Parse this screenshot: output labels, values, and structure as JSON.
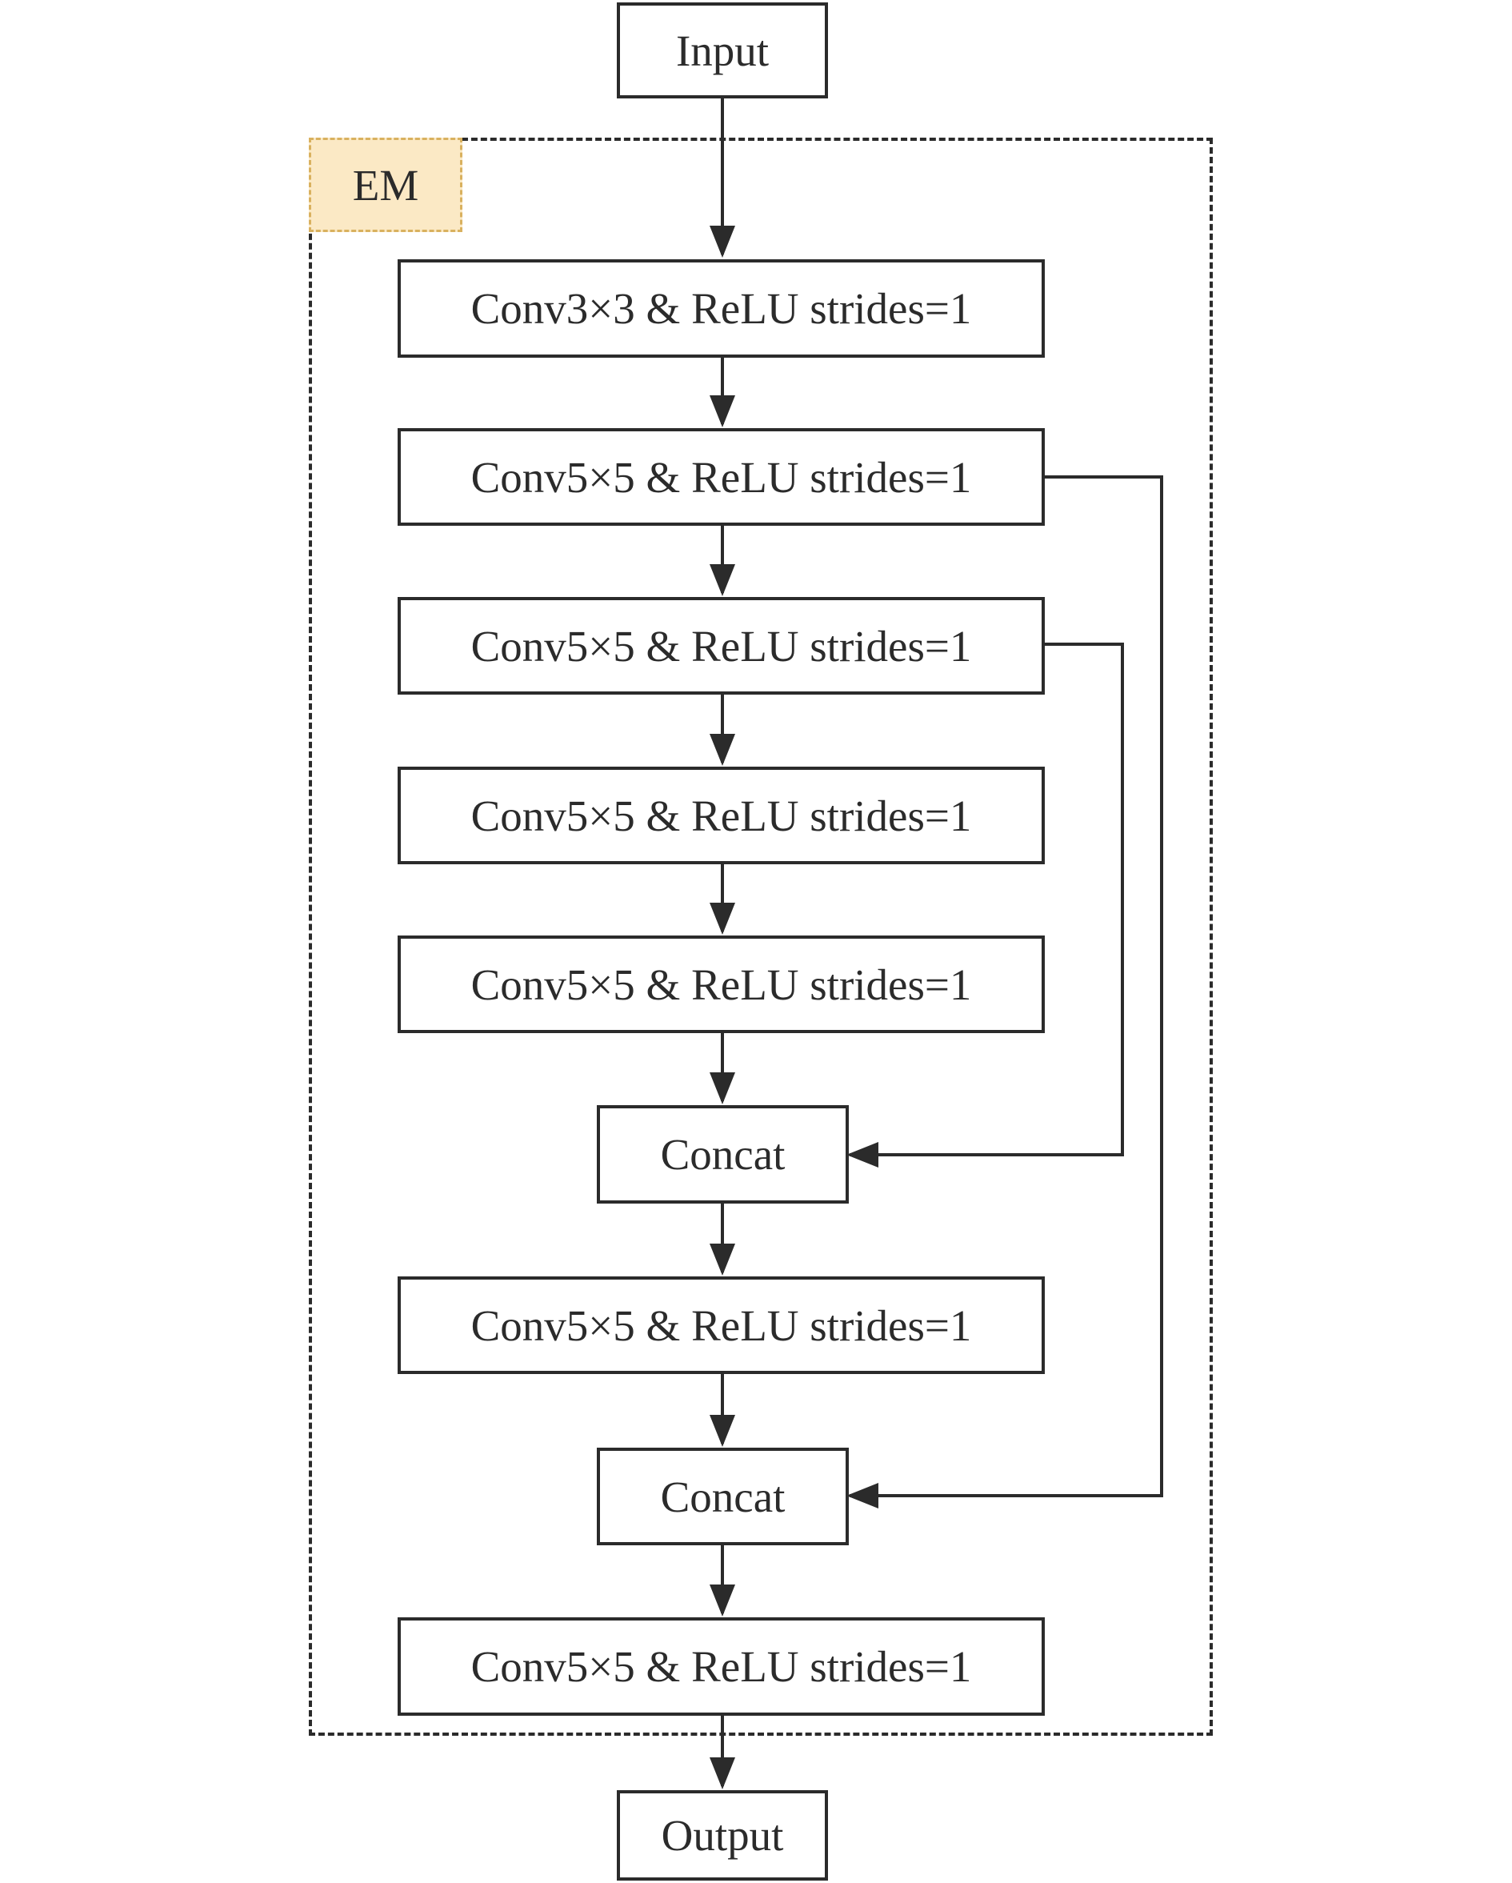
{
  "diagram": {
    "input_label": "Input",
    "output_label": "Output",
    "module_label": "EM",
    "nodes": [
      {
        "id": "conv1",
        "label": "Conv3×3 & ReLU strides=1"
      },
      {
        "id": "conv2",
        "label": "Conv5×5 & ReLU strides=1"
      },
      {
        "id": "conv3",
        "label": "Conv5×5 & ReLU strides=1"
      },
      {
        "id": "conv4",
        "label": "Conv5×5 & ReLU strides=1"
      },
      {
        "id": "conv5",
        "label": "Conv5×5 & ReLU strides=1"
      },
      {
        "id": "concat1",
        "label": "Concat"
      },
      {
        "id": "conv6",
        "label": "Conv5×5 & ReLU strides=1"
      },
      {
        "id": "concat2",
        "label": "Concat"
      },
      {
        "id": "conv7",
        "label": "Conv5×5 & ReLU strides=1"
      }
    ],
    "edges": [
      [
        "input",
        "conv1"
      ],
      [
        "conv1",
        "conv2"
      ],
      [
        "conv2",
        "conv3"
      ],
      [
        "conv3",
        "conv4"
      ],
      [
        "conv4",
        "conv5"
      ],
      [
        "conv5",
        "concat1"
      ],
      [
        "conv3",
        "concat1"
      ],
      [
        "concat1",
        "conv6"
      ],
      [
        "conv6",
        "concat2"
      ],
      [
        "conv2",
        "concat2"
      ],
      [
        "concat2",
        "conv7"
      ],
      [
        "conv7",
        "output"
      ]
    ],
    "colors": {
      "stroke": "#2b2b2b",
      "module_label_fill": "#fbe9c5",
      "module_label_border": "#d9b15f"
    }
  }
}
